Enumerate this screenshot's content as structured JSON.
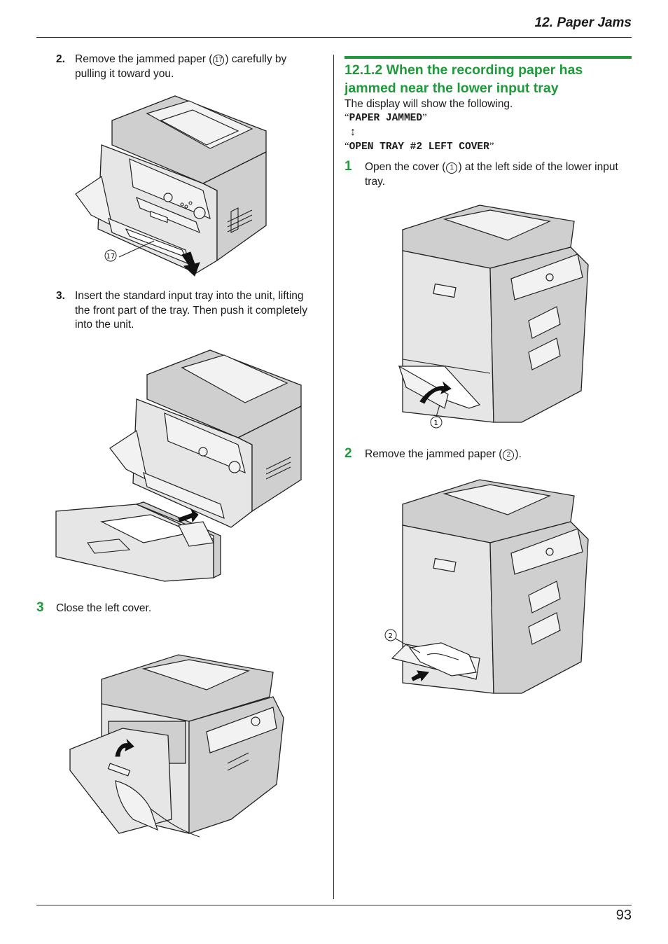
{
  "header": {
    "title": "12. Paper Jams"
  },
  "page_number": "93",
  "left_column": {
    "step2": {
      "num": "2.",
      "line1_pre": "Remove the jammed paper (",
      "ref": "17",
      "line1_post": ") carefully by",
      "line2": "pulling it toward you.",
      "callout": "17"
    },
    "step3": {
      "num": "3.",
      "line1": "Insert the standard input tray into the unit, lifting",
      "line2": "the front part of the tray. Then push it completely",
      "line3": "into the unit."
    },
    "step_close": {
      "num": "3",
      "text": "Close the left cover."
    }
  },
  "right_column": {
    "section_title_line1": "12.1.2 When the recording paper has",
    "section_title_line2": "jammed near the lower input tray",
    "display_intro": "The display will show the following.",
    "lcd_line1": "PAPER JAMMED",
    "lcd_arrow": "↕",
    "lcd_line2": "OPEN TRAY #2 LEFT COVER",
    "quote_open": "“",
    "quote_close": "”",
    "step1": {
      "num": "1",
      "line1_pre": "Open the cover (",
      "ref": "1",
      "line1_post": ") at the left side of the lower input",
      "line2": "tray.",
      "callout": "1"
    },
    "step2": {
      "num": "2",
      "text_pre": "Remove the jammed paper (",
      "ref": "2",
      "text_post": ").",
      "callout": "2"
    }
  },
  "colors": {
    "accent_green": "#1f9a3a",
    "rule": "#333333"
  }
}
